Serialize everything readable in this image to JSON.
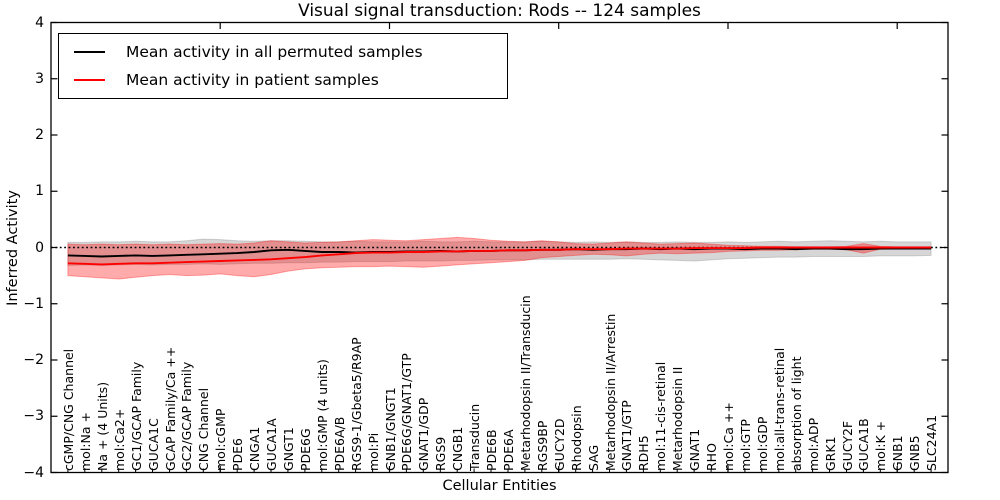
{
  "title": "Visual signal transduction: Rods -- 124 samples",
  "xlabel": "Cellular Entities",
  "ylabel": "Inferred Activity",
  "legend": [
    {
      "label": "Mean activity in all permuted samples",
      "color": "#000000"
    },
    {
      "label": "Mean activity in patient samples",
      "color": "#ff0000"
    }
  ],
  "y_tick_labels": [
    "4",
    "3",
    "2",
    "1",
    "0",
    "−1",
    "−2",
    "−3",
    "−4"
  ],
  "colors": {
    "permuted_line": "#000000",
    "patient_line": "#ff0000",
    "permuted_band": "rgba(128,128,128,0.32)",
    "patient_band": "rgba(255,0,0,0.33)",
    "zero_line": "#000000",
    "frame": "#000000"
  },
  "chart_data": {
    "type": "line",
    "title": "Visual signal transduction: Rods -- 124 samples",
    "xlabel": "Cellular Entities",
    "ylabel": "Inferred Activity",
    "ylim": [
      -4,
      4
    ],
    "grid": false,
    "legend_position": "upper left",
    "zero_line_style": "dotted",
    "categories": [
      "cGMP/CNG Channel",
      "mol:Na +",
      "Na + (4 Units)",
      "mol:Ca2+",
      "GC1/GCAP Family",
      "GUCA1C",
      "GCAP Family/Ca ++",
      "GC2/GCAP Family",
      "CNG Channel",
      "mol:cGMP",
      "PDE6",
      "CNGA1",
      "GUCA1A",
      "GNGT1",
      "PDE6G",
      "mol:GMP (4 units)",
      "PDE6A/B",
      "RGS9-1/Gbeta5/R9AP",
      "mol:Pi",
      "GNB1/GNGT1",
      "PDE6G/GNAT1/GTP",
      "GNAT1/GDP",
      "RGS9",
      "CNGB1",
      "Transducin",
      "PDE6B",
      "PDE6A",
      "Metarhodopsin II/Transducin",
      "RGS9BP",
      "GUCY2D",
      "Rhodopsin",
      "SAG",
      "Metarhodopsin II/Arrestin",
      "GNAT1/GTP",
      "RDH5",
      "mol:11-cis-retinal",
      "Metarhodopsin II",
      "GNAT1",
      "RHO",
      "mol:Ca ++",
      "mol:GTP",
      "mol:GDP",
      "mol:all-trans-retinal",
      "absorption of light",
      "mol:ADP",
      "GRK1",
      "GUCY2F",
      "GUCA1B",
      "mol:K +",
      "GNB1",
      "GNB5",
      "SLC24A1"
    ],
    "series": [
      {
        "name": "Mean activity in all permuted samples",
        "color": "#000000",
        "values": [
          -0.14,
          -0.15,
          -0.16,
          -0.15,
          -0.14,
          -0.15,
          -0.14,
          -0.13,
          -0.12,
          -0.11,
          -0.1,
          -0.08,
          -0.05,
          -0.04,
          -0.06,
          -0.08,
          -0.08,
          -0.09,
          -0.08,
          -0.08,
          -0.07,
          -0.07,
          -0.06,
          -0.07,
          -0.06,
          -0.06,
          -0.05,
          -0.05,
          -0.04,
          -0.04,
          -0.03,
          -0.04,
          -0.03,
          -0.03,
          -0.02,
          -0.03,
          -0.02,
          -0.03,
          -0.02,
          -0.02,
          -0.03,
          -0.02,
          -0.02,
          -0.03,
          -0.02,
          -0.02,
          -0.03,
          -0.03,
          -0.02,
          -0.02,
          -0.02,
          -0.02
        ]
      },
      {
        "name": "Mean activity in patient samples",
        "color": "#ff0000",
        "values": [
          -0.28,
          -0.29,
          -0.3,
          -0.29,
          -0.28,
          -0.28,
          -0.27,
          -0.26,
          -0.25,
          -0.24,
          -0.23,
          -0.22,
          -0.21,
          -0.19,
          -0.17,
          -0.14,
          -0.12,
          -0.1,
          -0.09,
          -0.09,
          -0.08,
          -0.08,
          -0.07,
          -0.07,
          -0.06,
          -0.06,
          -0.05,
          -0.05,
          -0.04,
          -0.04,
          -0.03,
          -0.03,
          -0.03,
          -0.02,
          -0.02,
          -0.02,
          -0.02,
          -0.01,
          -0.01,
          -0.01,
          -0.01,
          0.0,
          0.0,
          0.0,
          0.0,
          0.0,
          0.0,
          0.0,
          0.0,
          0.0,
          0.0,
          0.0
        ]
      }
    ],
    "bands": [
      {
        "name": "permuted samples range",
        "color": "rgba(128,128,128,0.32)",
        "upper": [
          0.09,
          0.09,
          0.1,
          0.1,
          0.11,
          0.1,
          0.1,
          0.12,
          0.15,
          0.14,
          0.12,
          0.11,
          0.12,
          0.12,
          0.11,
          0.1,
          0.1,
          0.11,
          0.1,
          0.1,
          0.1,
          0.11,
          0.1,
          0.1,
          0.11,
          0.1,
          0.1,
          0.1,
          0.11,
          0.1,
          0.09,
          0.1,
          0.09,
          0.1,
          0.09,
          0.09,
          0.1,
          0.09,
          0.09,
          0.1,
          0.09,
          0.1,
          0.11,
          0.1,
          0.11,
          0.12,
          0.11,
          0.1,
          0.11,
          0.1,
          0.1,
          0.1
        ],
        "lower": [
          -0.32,
          -0.31,
          -0.32,
          -0.31,
          -0.3,
          -0.31,
          -0.3,
          -0.3,
          -0.29,
          -0.3,
          -0.29,
          -0.28,
          -0.28,
          -0.27,
          -0.27,
          -0.26,
          -0.26,
          -0.25,
          -0.25,
          -0.25,
          -0.24,
          -0.24,
          -0.24,
          -0.23,
          -0.23,
          -0.22,
          -0.22,
          -0.22,
          -0.21,
          -0.21,
          -0.21,
          -0.21,
          -0.21,
          -0.2,
          -0.21,
          -0.22,
          -0.23,
          -0.24,
          -0.22,
          -0.2,
          -0.19,
          -0.18,
          -0.17,
          -0.17,
          -0.16,
          -0.16,
          -0.16,
          -0.16,
          -0.15,
          -0.15,
          -0.15,
          -0.14
        ]
      },
      {
        "name": "patient samples range",
        "color": "rgba(255,0,0,0.33)",
        "upper": [
          0.06,
          0.05,
          0.06,
          0.05,
          0.06,
          0.05,
          0.06,
          0.05,
          0.06,
          0.07,
          0.06,
          0.08,
          0.12,
          0.1,
          0.08,
          0.09,
          0.1,
          0.12,
          0.14,
          0.13,
          0.12,
          0.14,
          0.16,
          0.18,
          0.16,
          0.13,
          0.11,
          0.1,
          0.12,
          0.1,
          0.07,
          0.06,
          0.08,
          0.1,
          0.08,
          0.06,
          0.07,
          0.08,
          0.06,
          0.04,
          0.03,
          0.02,
          0.02,
          0.01,
          0.01,
          0.01,
          0.02,
          0.07,
          0.02,
          0.01,
          0.01,
          0.01
        ],
        "lower": [
          -0.5,
          -0.52,
          -0.54,
          -0.56,
          -0.53,
          -0.5,
          -0.48,
          -0.5,
          -0.49,
          -0.47,
          -0.5,
          -0.52,
          -0.48,
          -0.42,
          -0.38,
          -0.36,
          -0.35,
          -0.34,
          -0.34,
          -0.33,
          -0.34,
          -0.35,
          -0.33,
          -0.31,
          -0.29,
          -0.27,
          -0.25,
          -0.23,
          -0.18,
          -0.16,
          -0.14,
          -0.12,
          -0.13,
          -0.15,
          -0.12,
          -0.1,
          -0.11,
          -0.1,
          -0.09,
          -0.07,
          -0.06,
          -0.05,
          -0.05,
          -0.04,
          -0.03,
          -0.03,
          -0.04,
          -0.1,
          -0.03,
          -0.02,
          -0.02,
          -0.02
        ]
      }
    ]
  }
}
